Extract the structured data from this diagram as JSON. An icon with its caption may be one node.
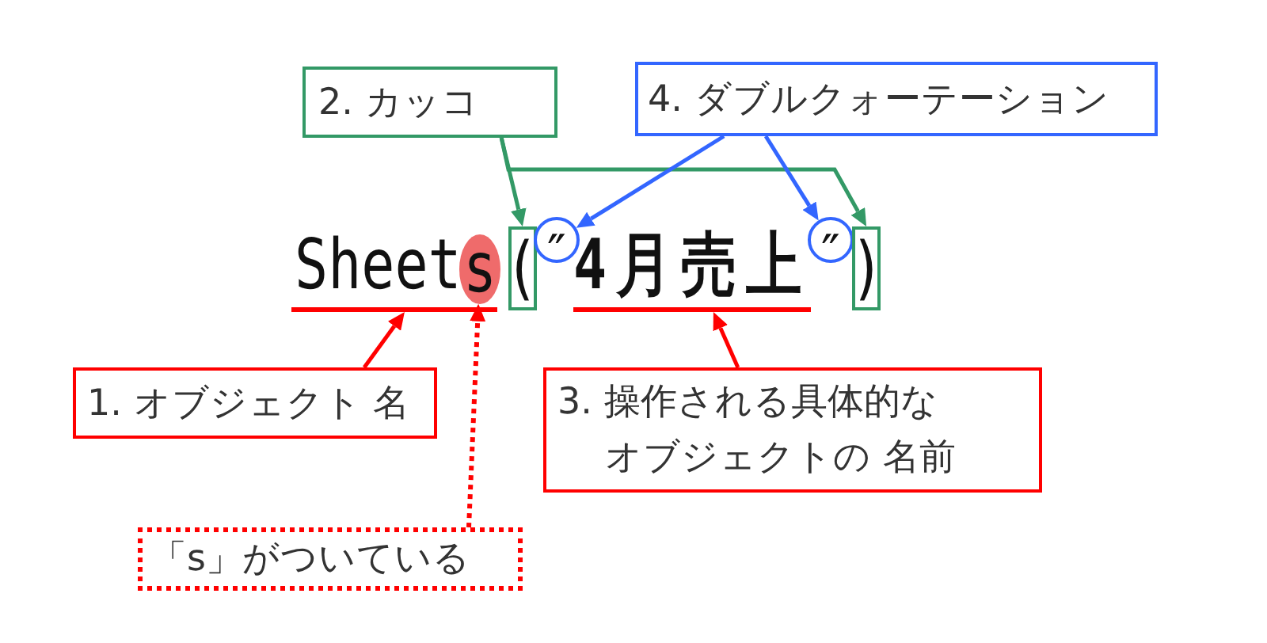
{
  "diagram": {
    "nodes": [
      {
        "text": [
          "2. カッコ"
        ]
      },
      {
        "text": [
          "4. ダブルクォーテーション"
        ]
      },
      {
        "text": [
          "s"
        ]
      },
      {
        "text": [
          "("
        ]
      },
      {
        "text": [
          "″"
        ]
      },
      {
        "text": [
          "″"
        ]
      },
      {
        "text": [
          ")"
        ]
      },
      {
        "text": [],
        "shape": "bar"
      },
      {
        "text": [],
        "shape": "bar"
      },
      {
        "text": [
          "1. オブジェクト 名"
        ]
      },
      {
        "text": [
          "3. 操作される具体的なオブジェクトの 名前"
        ]
      },
      {
        "text": [
          "「s」がついている"
        ]
      }
    ],
    "edges": [
      {
        "from": 0,
        "to": 3,
        "arrow": "to",
        "color": "#339966"
      },
      {
        "from": 0,
        "to": 6,
        "arrow": "to",
        "color": "#339966"
      },
      {
        "from": 1,
        "to": 4,
        "arrow": "to",
        "color": "#3366ff"
      },
      {
        "from": 1,
        "to": 5,
        "arrow": "to",
        "color": "#3366ff"
      },
      {
        "from": 9,
        "to": 7,
        "arrow": "to",
        "color": "#ff0000"
      },
      {
        "from": 11,
        "to": 2,
        "arrow": "to",
        "style": "dashed",
        "color": "#ff0000"
      },
      {
        "from": 10,
        "to": 8,
        "arrow": "to",
        "color": "#ff0000"
      }
    ],
    "labels": [
      "Sheet",
      "4月売上"
    ]
  }
}
